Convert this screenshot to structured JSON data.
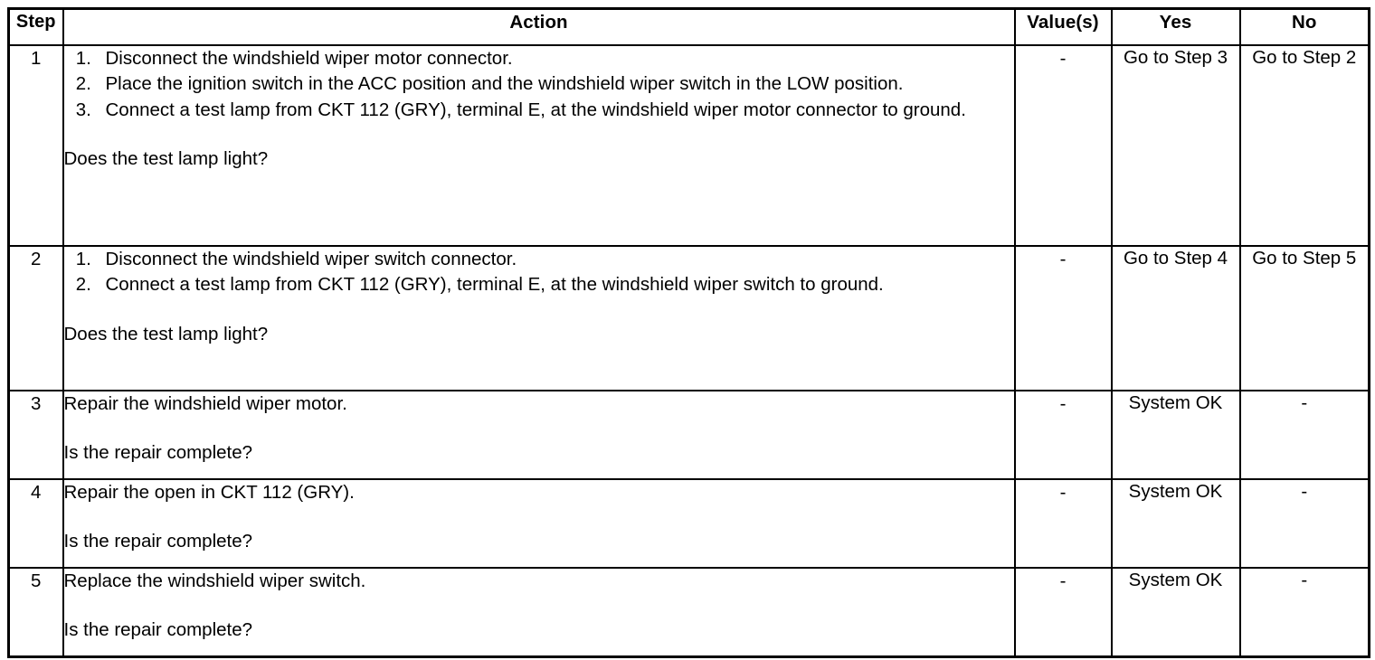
{
  "table": {
    "headers": {
      "step": "Step",
      "action": "Action",
      "value": "Value(s)",
      "yes": "Yes",
      "no": "No"
    },
    "rows": [
      {
        "step": "1",
        "list": [
          "Disconnect the windshield wiper motor connector.",
          "Place the ignition switch in the ACC position and the windshield wiper switch in the LOW position.",
          "Connect a test lamp from CKT 112 (GRY), terminal E, at the windshield wiper motor connector to ground."
        ],
        "question": "Does the test lamp light?",
        "value": "-",
        "yes": "Go to Step 3",
        "no": "Go to Step 2"
      },
      {
        "step": "2",
        "list": [
          "Disconnect the windshield wiper switch connector.",
          "Connect a test lamp from CKT 112 (GRY), terminal E, at the windshield wiper switch to ground."
        ],
        "question": "Does the test lamp light?",
        "value": "-",
        "yes": "Go to Step 4",
        "no": "Go to Step 5"
      },
      {
        "step": "3",
        "statement": "Repair the windshield wiper motor.",
        "question": "Is the repair complete?",
        "value": "-",
        "yes": "System OK",
        "no": "-"
      },
      {
        "step": "4",
        "statement": "Repair the open in CKT 112 (GRY).",
        "question": "Is the repair complete?",
        "value": "-",
        "yes": "System OK",
        "no": "-"
      },
      {
        "step": "5",
        "statement": "Replace the windshield wiper switch.",
        "question": "Is the repair complete?",
        "value": "-",
        "yes": "System OK",
        "no": "-"
      }
    ]
  }
}
